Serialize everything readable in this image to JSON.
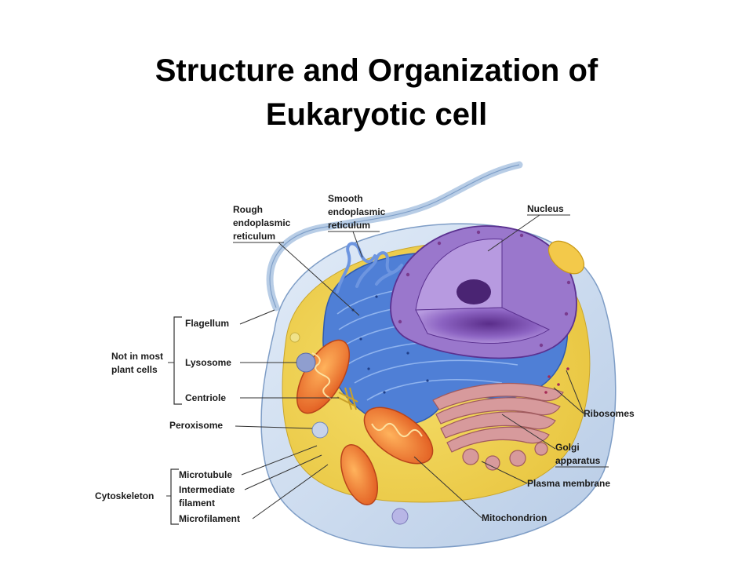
{
  "title": {
    "line1": "Structure and Organization of",
    "line2": "Eukaryotic cell"
  },
  "labels": {
    "rough_er": [
      "Rough",
      "endoplasmic",
      "reticulum"
    ],
    "smooth_er": [
      "Smooth",
      "endoplasmic",
      "reticulum"
    ],
    "nucleus": "Nucleus",
    "flagellum": "Flagellum",
    "not_in_plant": [
      "Not in most",
      "plant cells"
    ],
    "lysosome": "Lysosome",
    "centriole": "Centriole",
    "peroxisome": "Peroxisome",
    "ribosomes": "Ribosomes",
    "golgi": [
      "Golgi",
      "apparatus"
    ],
    "plasma_membrane": "Plasma membrane",
    "cytoskeleton": "Cytoskeleton",
    "microtubule": "Microtubule",
    "intermediate_filament": [
      "Intermediate",
      "filament"
    ],
    "microfilament": "Microfilament",
    "mitochondrion": "Mitochondrion"
  }
}
